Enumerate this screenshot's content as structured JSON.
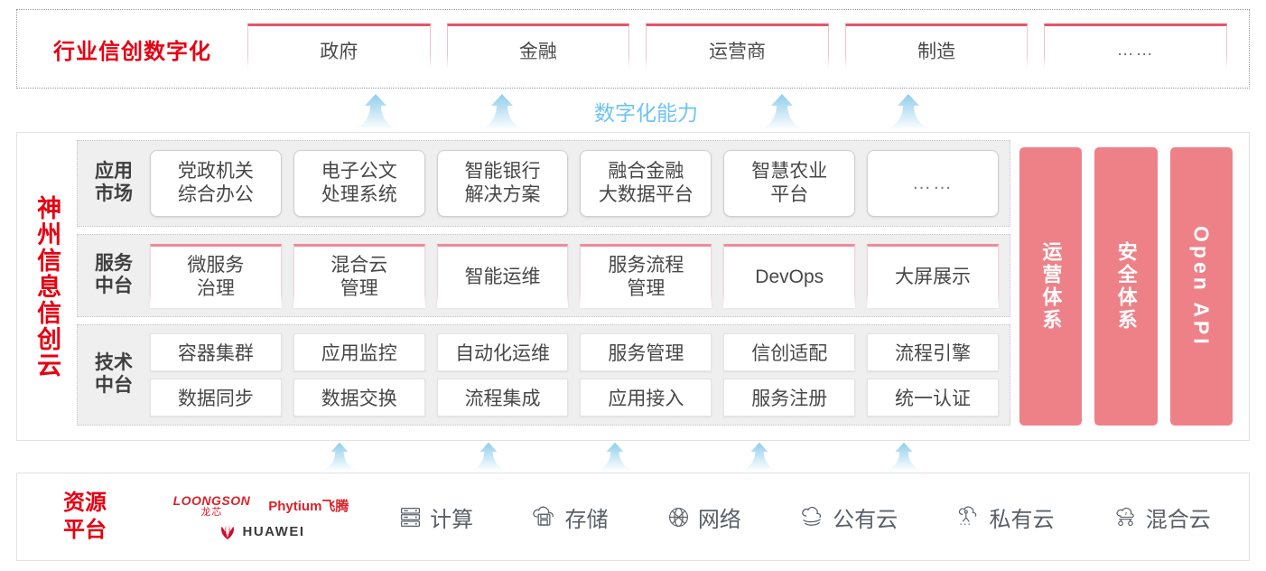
{
  "industry": {
    "title": "行业信创数字化",
    "tabs": [
      {
        "label": "政府"
      },
      {
        "label": "金融"
      },
      {
        "label": "运营商"
      },
      {
        "label": "制造"
      },
      {
        "label": "……"
      }
    ]
  },
  "capability_label": "数字化能力",
  "cloud": {
    "title": "神州信息信创云",
    "layers": [
      {
        "name": "app-market",
        "label": "应用\n市场",
        "label_lines": [
          "应用",
          "市场"
        ],
        "cards": [
          {
            "lines": [
              "党政机关",
              "综合办公"
            ]
          },
          {
            "lines": [
              "电子公文",
              "处理系统"
            ]
          },
          {
            "lines": [
              "智能银行",
              "解决方案"
            ]
          },
          {
            "lines": [
              "融合金融",
              "大数据平台"
            ]
          },
          {
            "lines": [
              "智慧农业",
              "平台"
            ]
          },
          {
            "lines": [
              "……"
            ],
            "muted": true
          }
        ]
      },
      {
        "name": "service-platform",
        "label_lines": [
          "服务",
          "中台"
        ],
        "cards": [
          {
            "lines": [
              "微服务",
              "治理"
            ]
          },
          {
            "lines": [
              "混合云",
              "管理"
            ]
          },
          {
            "lines": [
              "智能运维"
            ]
          },
          {
            "lines": [
              "服务流程",
              "管理"
            ]
          },
          {
            "lines": [
              "DevOps"
            ]
          },
          {
            "lines": [
              "大屏展示"
            ]
          }
        ]
      },
      {
        "name": "tech-platform",
        "label_lines": [
          "技术",
          "中台"
        ],
        "rows": [
          [
            "容器集群",
            "应用监控",
            "自动化运维",
            "服务管理",
            "信创适配",
            "流程引擎"
          ],
          [
            "数据同步",
            "数据交换",
            "流程集成",
            "应用接入",
            "服务注册",
            "统一认证"
          ]
        ]
      }
    ],
    "pillars": [
      {
        "label": "运营体系",
        "latin": false
      },
      {
        "label": "安全体系",
        "latin": false
      },
      {
        "label": "Open API",
        "latin": true
      }
    ]
  },
  "resource": {
    "title_lines": [
      "资源",
      "平台"
    ],
    "vendors": [
      {
        "name": "loongson",
        "en": "LOONGSON",
        "cn": "龙芯"
      },
      {
        "name": "phytium",
        "text": "Phytium飞腾"
      },
      {
        "name": "huawei",
        "text": "HUAWEI"
      }
    ],
    "items": [
      {
        "icon": "server-icon",
        "label": "计算"
      },
      {
        "icon": "storage-cloud-icon",
        "label": "存储"
      },
      {
        "icon": "network-icon",
        "label": "网络"
      },
      {
        "icon": "public-cloud-icon",
        "label": "公有云"
      },
      {
        "icon": "private-cloud-icon",
        "label": "私有云"
      },
      {
        "icon": "hybrid-cloud-icon",
        "label": "混合云"
      }
    ]
  },
  "colors": {
    "brand_red": "#e60012",
    "tab_accent": "#e8536b",
    "pillar_pink": "#ee8188",
    "arrow_blue": "#9fd6f3",
    "capability_blue": "#6fc3f0",
    "layer_bg": "#efefef"
  },
  "arrows": {
    "top_positions": [
      370,
      510,
      820,
      960
    ],
    "bottom_positions": [
      335,
      500,
      640,
      800,
      960
    ]
  }
}
